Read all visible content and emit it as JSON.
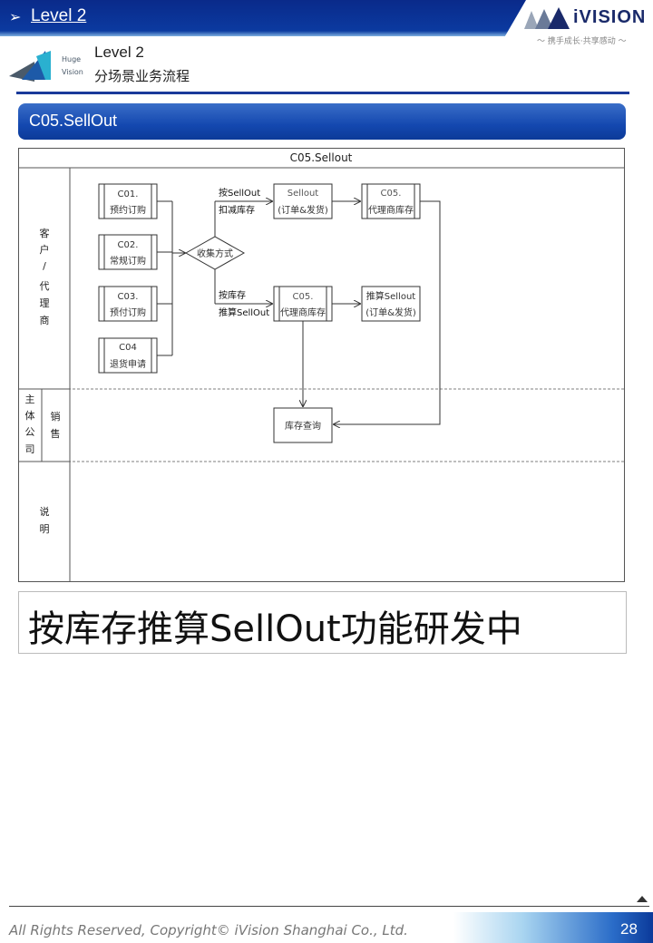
{
  "header": {
    "arrow_glyph": "➢",
    "level_label": "Level 2",
    "brand_name": "iVISION",
    "brand_slogan": "～ 携手成长·共享感动 ～",
    "logo_small_1": "Huge",
    "logo_small_2": "Vision"
  },
  "subheader": {
    "level": "Level 2",
    "title": "分场景业务流程"
  },
  "section": {
    "title": "C05.SellOut"
  },
  "diagram": {
    "title": "C05.Sellout",
    "lanes": {
      "customer": [
        "客",
        "户",
        "/",
        "代",
        "理",
        "商"
      ],
      "entity": [
        "主",
        "体",
        "公",
        "司"
      ],
      "sales": [
        "销",
        "售"
      ],
      "note": [
        "说",
        "明"
      ]
    },
    "orders": [
      {
        "code": "C01.",
        "name": "预约订购"
      },
      {
        "code": "C02.",
        "name": "常规订购"
      },
      {
        "code": "C03.",
        "name": "预付订购"
      },
      {
        "code": "C04",
        "name": "退货申请"
      }
    ],
    "decision": "收集方式",
    "top_label_1": "按SellOut",
    "top_label_2": "扣减库存",
    "bottom_label_1": "按库存",
    "bottom_label_2": "推算SellOut",
    "sellout_box": {
      "line1": "Sellout",
      "line2": "(订单&发货)"
    },
    "agent_top": {
      "line1": "C05.",
      "line2": "代理商库存"
    },
    "agent_bottom": {
      "line1": "C05.",
      "line2": "代理商库存"
    },
    "calc_box": {
      "line1": "推算Sellout",
      "line2": "(订单&发货)"
    },
    "query_box": "库存查询"
  },
  "note": {
    "text": "按库存推算SellOut功能研发中"
  },
  "footer": {
    "copyright": "All Rights Reserved, Copyright© iVision Shanghai Co., Ltd.",
    "page_number": "28"
  }
}
